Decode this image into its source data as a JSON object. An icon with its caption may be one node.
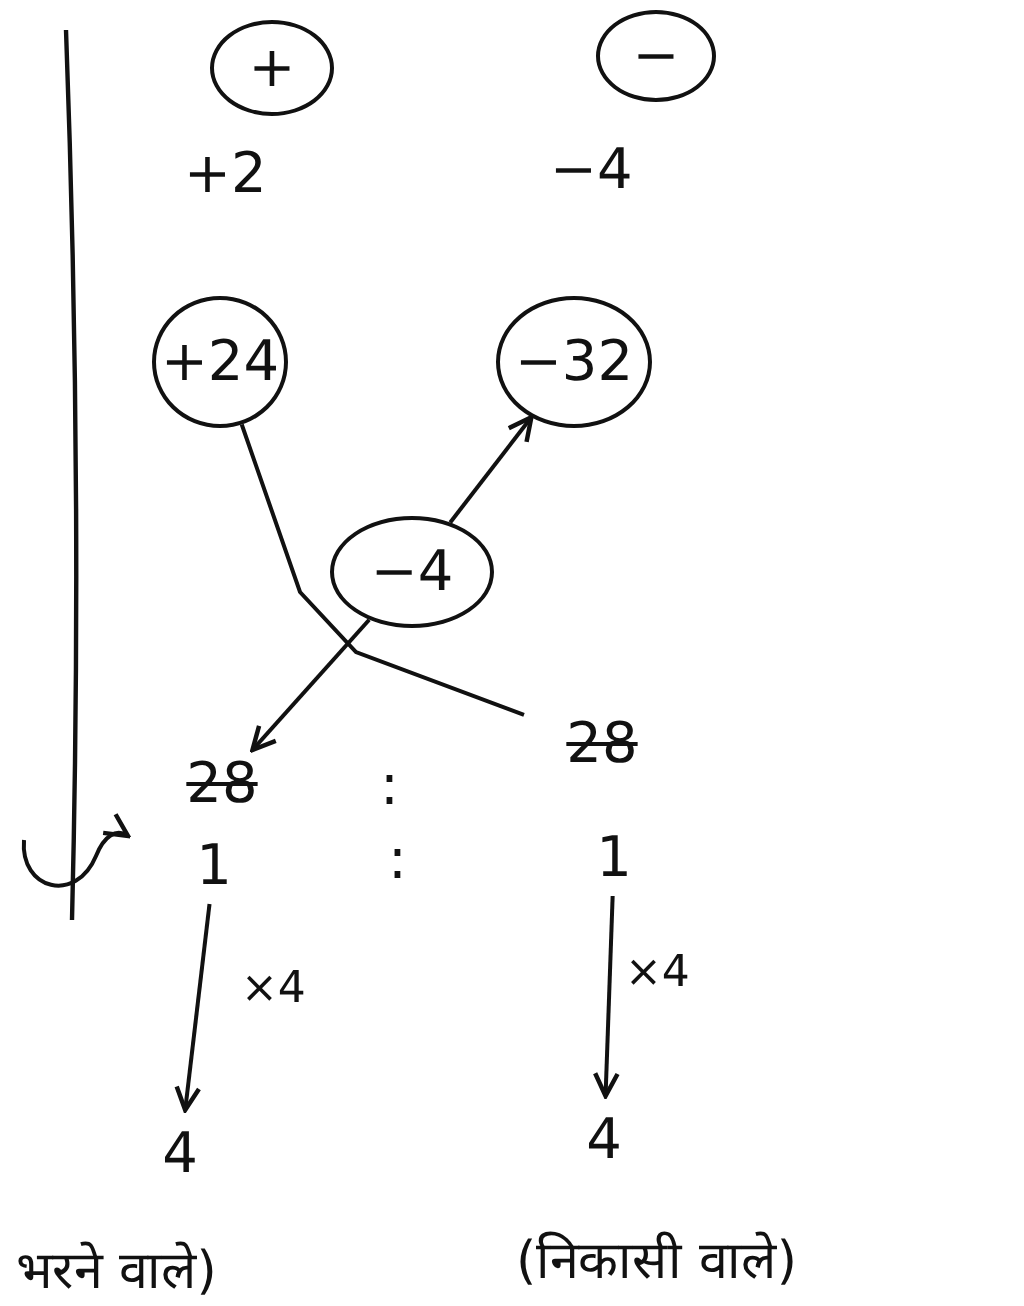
{
  "diagram": {
    "nodes": [
      {
        "text": [
          "+"
        ]
      },
      {
        "text": [
          "−"
        ]
      },
      {
        "text": [
          "+24"
        ]
      },
      {
        "text": [
          "−32"
        ]
      },
      {
        "text": [
          "−4"
        ]
      },
      {
        "text": [
          "28"
        ]
      },
      {
        "text": [
          "28"
        ]
      },
      {
        "text": [
          "1"
        ]
      },
      {
        "text": [
          "1"
        ]
      },
      {
        "text": [
          "4"
        ]
      },
      {
        "text": [
          "4"
        ]
      }
    ],
    "edges": [
      {
        "from": 2,
        "to": 6,
        "arrow": "none"
      },
      {
        "from": 4,
        "to": 3,
        "arrow": "to"
      },
      {
        "from": 4,
        "to": 5,
        "arrow": "to"
      },
      {
        "from": 7,
        "to": 9,
        "arrow": "to",
        "label": "×4"
      },
      {
        "from": 8,
        "to": 10,
        "arrow": "to",
        "label": "×4"
      }
    ],
    "labels": [
      "+2",
      "−4",
      ":",
      ":",
      "भरने वाले)",
      "(निकासी वाले)"
    ]
  }
}
